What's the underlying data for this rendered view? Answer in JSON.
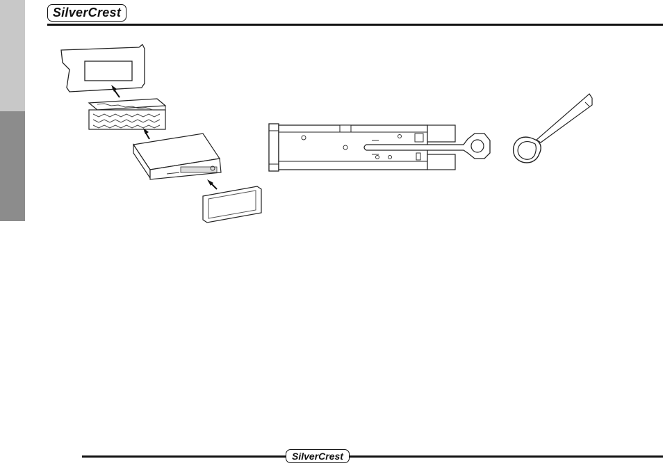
{
  "header": {
    "logo_text": "SilverCrest"
  },
  "footer": {
    "logo_text": "SilverCrest"
  },
  "figures": [
    {
      "name": "installation-exploded-view"
    },
    {
      "name": "removal-with-keys-side-view"
    },
    {
      "name": "release-key"
    }
  ]
}
